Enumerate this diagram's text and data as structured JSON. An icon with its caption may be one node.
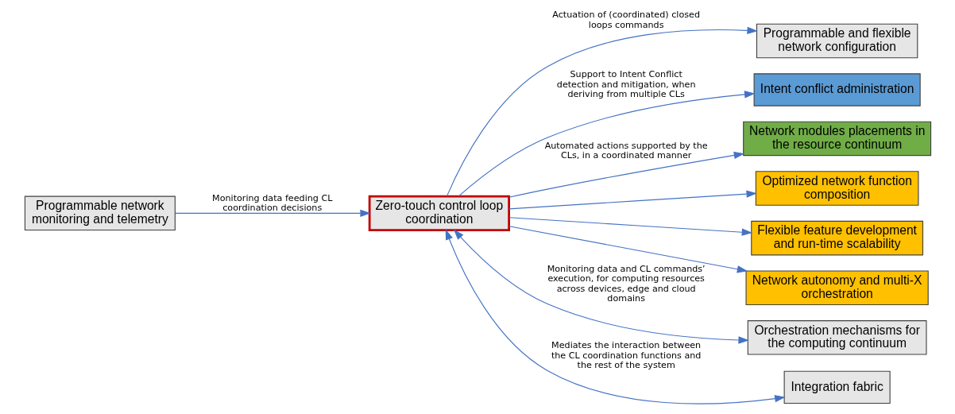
{
  "diagram": {
    "nodes": [
      {
        "text": [
          "Programmable and flexible network configuration"
        ]
      },
      {
        "text": [
          "Programmable network monitoring and telemetry"
        ]
      },
      {
        "text": [
          "Zero-touch control loop coordination"
        ]
      },
      {
        "text": [
          "Intent conflict administration"
        ]
      },
      {
        "text": [
          "Network modules placements in the resource continuum"
        ]
      },
      {
        "text": [
          "Optimized network function composition"
        ]
      },
      {
        "text": [
          "Flexible feature development and run-time scalability"
        ]
      },
      {
        "text": [
          "Network autonomy and multi-X orchestration"
        ]
      },
      {
        "text": [
          "Orchestration mechanisms for the computing continuum"
        ]
      },
      {
        "text": [
          "Integration fabric"
        ]
      }
    ],
    "edges": [
      {
        "from": 2,
        "to": 0,
        "arrow": "to",
        "label": "Actuation of (coordinated) closed loops commands"
      },
      {
        "from": 1,
        "to": 2,
        "arrow": "to",
        "label": "Monitoring data feeding CL coordination decisions"
      },
      {
        "from": 2,
        "to": 3,
        "arrow": "to",
        "label": "Support to Intent Conflict detection and mitigation, when deriving from multiple CLs"
      },
      {
        "from": 2,
        "to": 4,
        "arrow": "to",
        "label": "Automated actions supported by the CLs, in a coordinated manner"
      },
      {
        "from": 2,
        "to": 5,
        "arrow": "to"
      },
      {
        "from": 2,
        "to": 6,
        "arrow": "to"
      },
      {
        "from": 2,
        "to": 7,
        "arrow": "to"
      },
      {
        "from": 2,
        "to": 8,
        "arrow": "both",
        "label": "Monitoring data and CL commands’ execution, for computing resources across devices, edge and cloud domains"
      },
      {
        "from": 2,
        "to": 9,
        "arrow": "both",
        "label": "Mediates the interaction between the CL coordination functions and the rest of the system"
      }
    ]
  }
}
